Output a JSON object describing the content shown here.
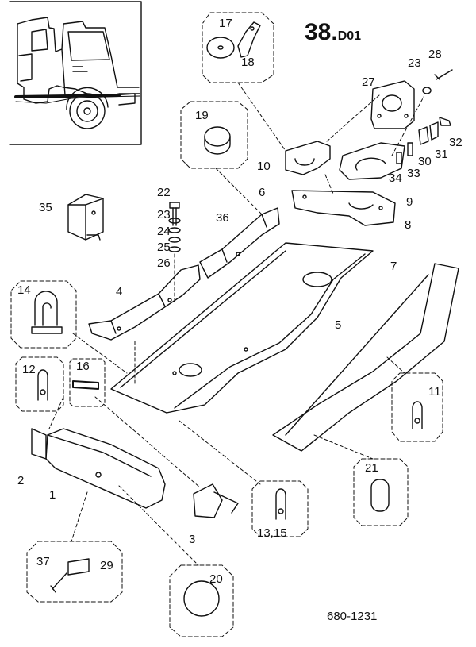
{
  "sheet": {
    "number": "38.",
    "suffix": "D01"
  },
  "doc_code": "680-1231",
  "labels": {
    "l1": "1",
    "l2": "2",
    "l3": "3",
    "l4": "4",
    "l5": "5",
    "l6": "6",
    "l7": "7",
    "l8": "8",
    "l9": "9",
    "l10": "10",
    "l11": "11",
    "l12": "12",
    "l13": "13,15",
    "l14": "14",
    "l16": "16",
    "l17": "17",
    "l18": "18",
    "l19": "19",
    "l20": "20",
    "l21": "21",
    "l22": "22",
    "l23a": "23",
    "l23b": "23",
    "l24": "24",
    "l25": "25",
    "l26": "26",
    "l27": "27",
    "l28": "28",
    "l29": "29",
    "l30": "30",
    "l31": "31",
    "l32": "32",
    "l33": "33",
    "l34": "34",
    "l35": "35",
    "l36": "36",
    "l37": "37"
  }
}
